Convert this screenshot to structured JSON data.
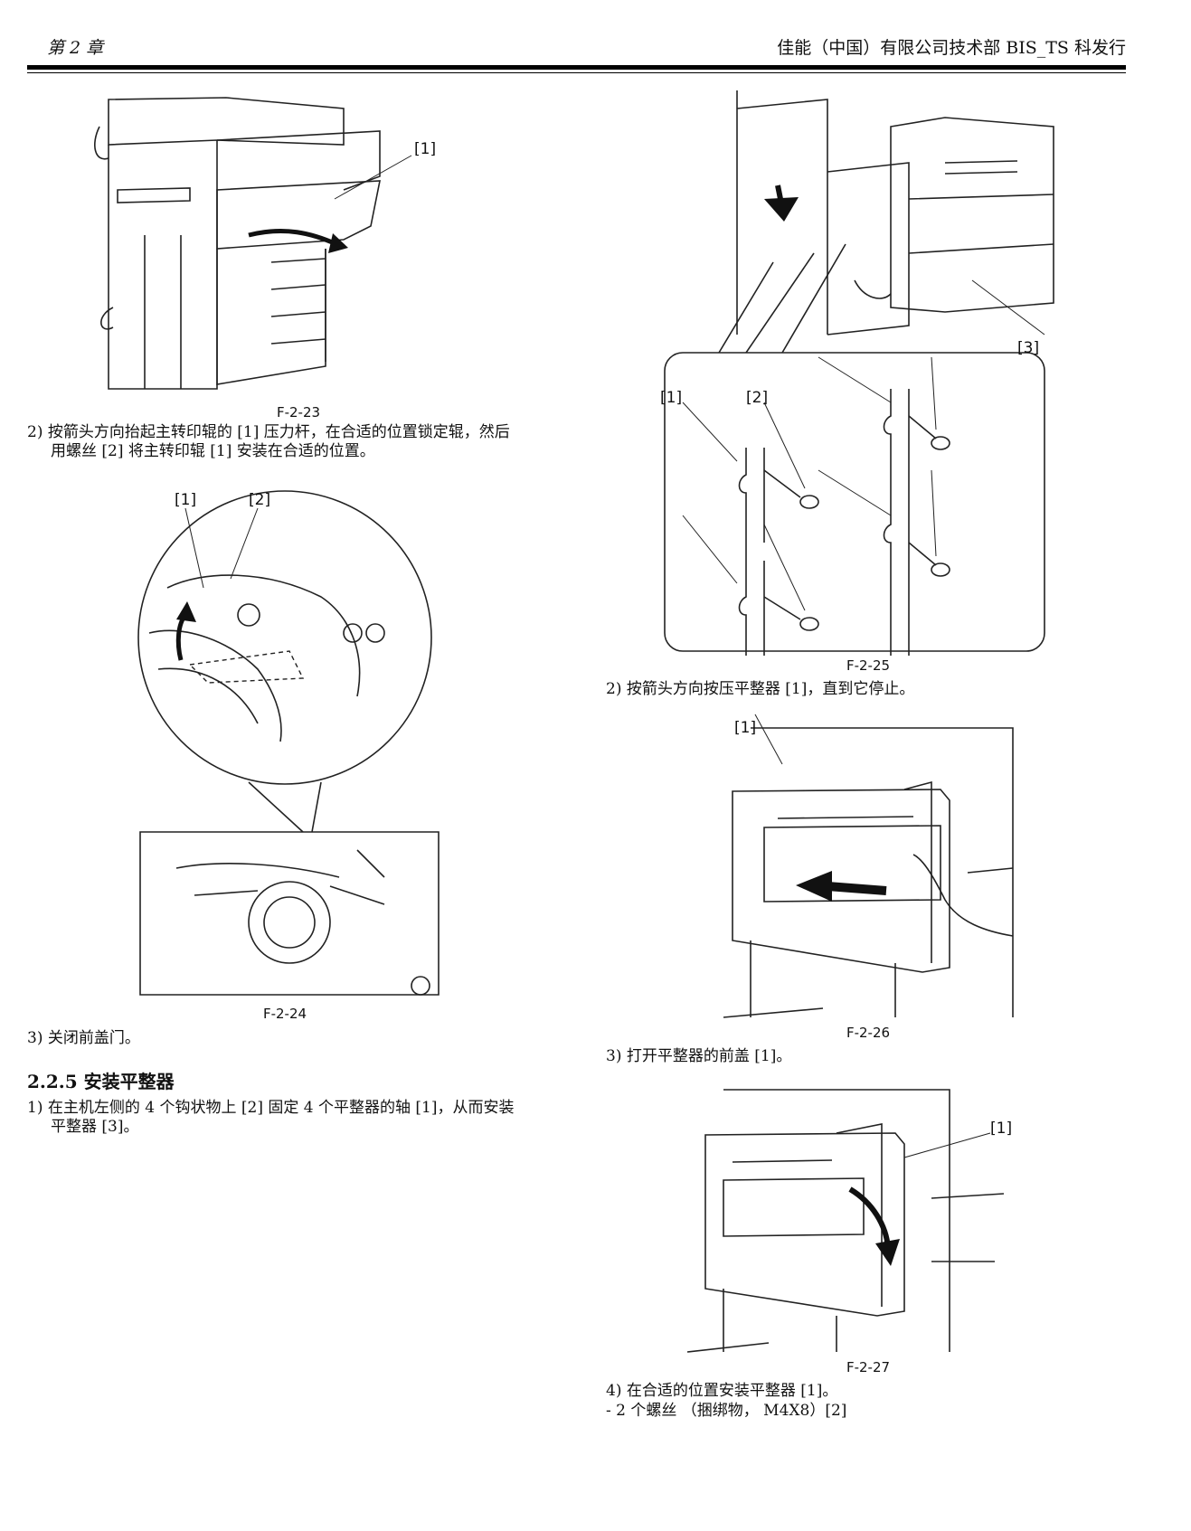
{
  "header": {
    "chapter": "第 2 章",
    "org": "佳能（中国）有限公司技术部 BIS_TS 科发行"
  },
  "left": {
    "fig23": {
      "caption": "F-2-23",
      "callout1": "[1]"
    },
    "step2_line1": "2) 按箭头方向抬起主转印辊的 [1] 压力杆，在合适的位置锁定辊，然后",
    "step2_line2": "用螺丝 [2] 将主转印辊 [1] 安装在合适的位置。",
    "fig24": {
      "caption": "F-2-24",
      "callout1": "[1]",
      "callout2": "[2]"
    },
    "step3": "3) 关闭前盖门。",
    "section_title": "2.2.5 安装平整器",
    "step1_line1": "1) 在主机左侧的 4 个钩状物上 [2] 固定 4 个平整器的轴 [1]，从而安装",
    "step1_line2": "平整器 [3]。"
  },
  "right": {
    "fig25": {
      "caption": "F-2-25",
      "callout1": "[1]",
      "callout2": "[2]",
      "callout3": "[3]"
    },
    "step2": "2) 按箭头方向按压平整器 [1]，直到它停止。",
    "fig26": {
      "caption": "F-2-26",
      "callout1": "[1]"
    },
    "step3": "3) 打开平整器的前盖 [1]。",
    "fig27": {
      "caption": "F-2-27",
      "callout1": "[1]"
    },
    "step4": "4) 在合适的位置安装平整器 [1]。",
    "bullet": "-   2 个螺丝 （捆绑物， M4X8）[2]"
  }
}
